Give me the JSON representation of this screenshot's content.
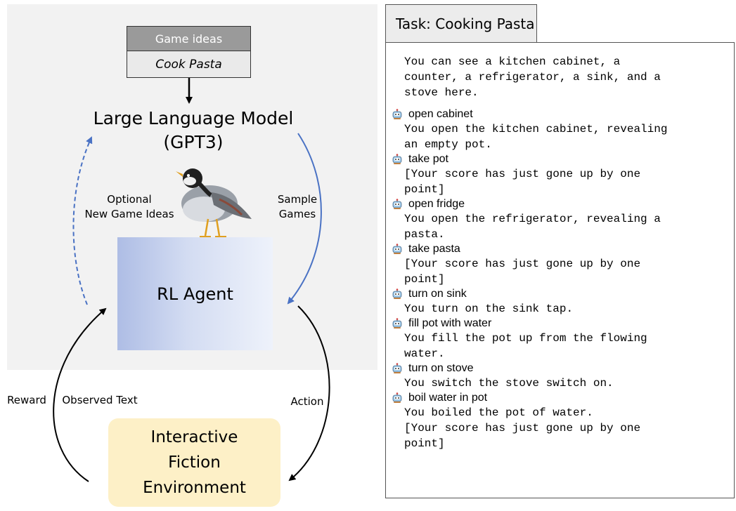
{
  "diagram": {
    "game_ideas_header": "Game ideas",
    "game_ideas_value": "Cook Pasta",
    "llm_title_line1": "Large Language Model",
    "llm_title_line2": "(GPT3)",
    "optional_label_line1": "Optional",
    "optional_label_line2": "New Game Ideas",
    "sample_label_line1": "Sample",
    "sample_label_line2": "Games",
    "rl_agent_label": "RL Agent",
    "reward_label": "Reward",
    "observed_text_label": "Observed Text",
    "action_label": "Action",
    "environment_line1": "Interactive",
    "environment_line2": "Fiction",
    "environment_line3": "Environment",
    "bird_icon": "bird-icon",
    "arrow_color": "#4a72c4",
    "env_color": "#fdf0c7"
  },
  "task": {
    "title": "Task: Cooking Pasta",
    "intro": "You can see a kitchen cabinet, a\ncounter, a refrigerator, a sink, and a\nstove here.",
    "command_icon": "robot-icon",
    "steps": [
      {
        "command": "open cabinet",
        "observation": "You open the kitchen cabinet, revealing\nan empty pot."
      },
      {
        "command": "take pot",
        "observation": "[Your score has just gone up by one\npoint]"
      },
      {
        "command": "open fridge",
        "observation": "You open the refrigerator, revealing a\npasta."
      },
      {
        "command": "take pasta",
        "observation": "[Your score has just gone up by one\npoint]"
      },
      {
        "command": "turn on sink",
        "observation": "You turn on the sink tap."
      },
      {
        "command": "fill pot with water",
        "observation": "You fill the pot up from the flowing\nwater."
      },
      {
        "command": "turn on stove",
        "observation": "You switch the stove switch on."
      },
      {
        "command": "boil water in pot",
        "observation": "You boiled the pot of water.\n[Your score has just gone up by one\npoint]"
      }
    ]
  }
}
